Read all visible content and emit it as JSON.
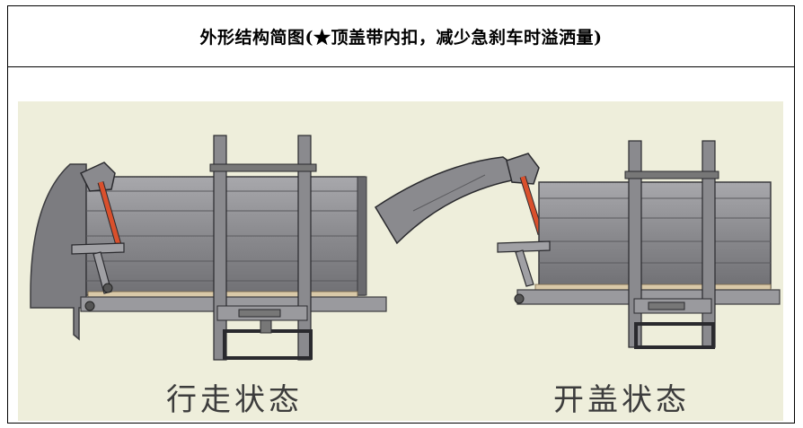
{
  "document": {
    "title": "外形结构简图(★顶盖带内扣，减少急刹车时溢洒量)"
  },
  "figure": {
    "left_caption": "行走状态",
    "right_caption": "开盖状态",
    "colors": {
      "background": "#eeeedb",
      "body_gray": "#8e8e92",
      "dark_gray": "#5a5a5e",
      "light_gray": "#b4b4b8",
      "cylinder_red": "#d9502c"
    }
  }
}
